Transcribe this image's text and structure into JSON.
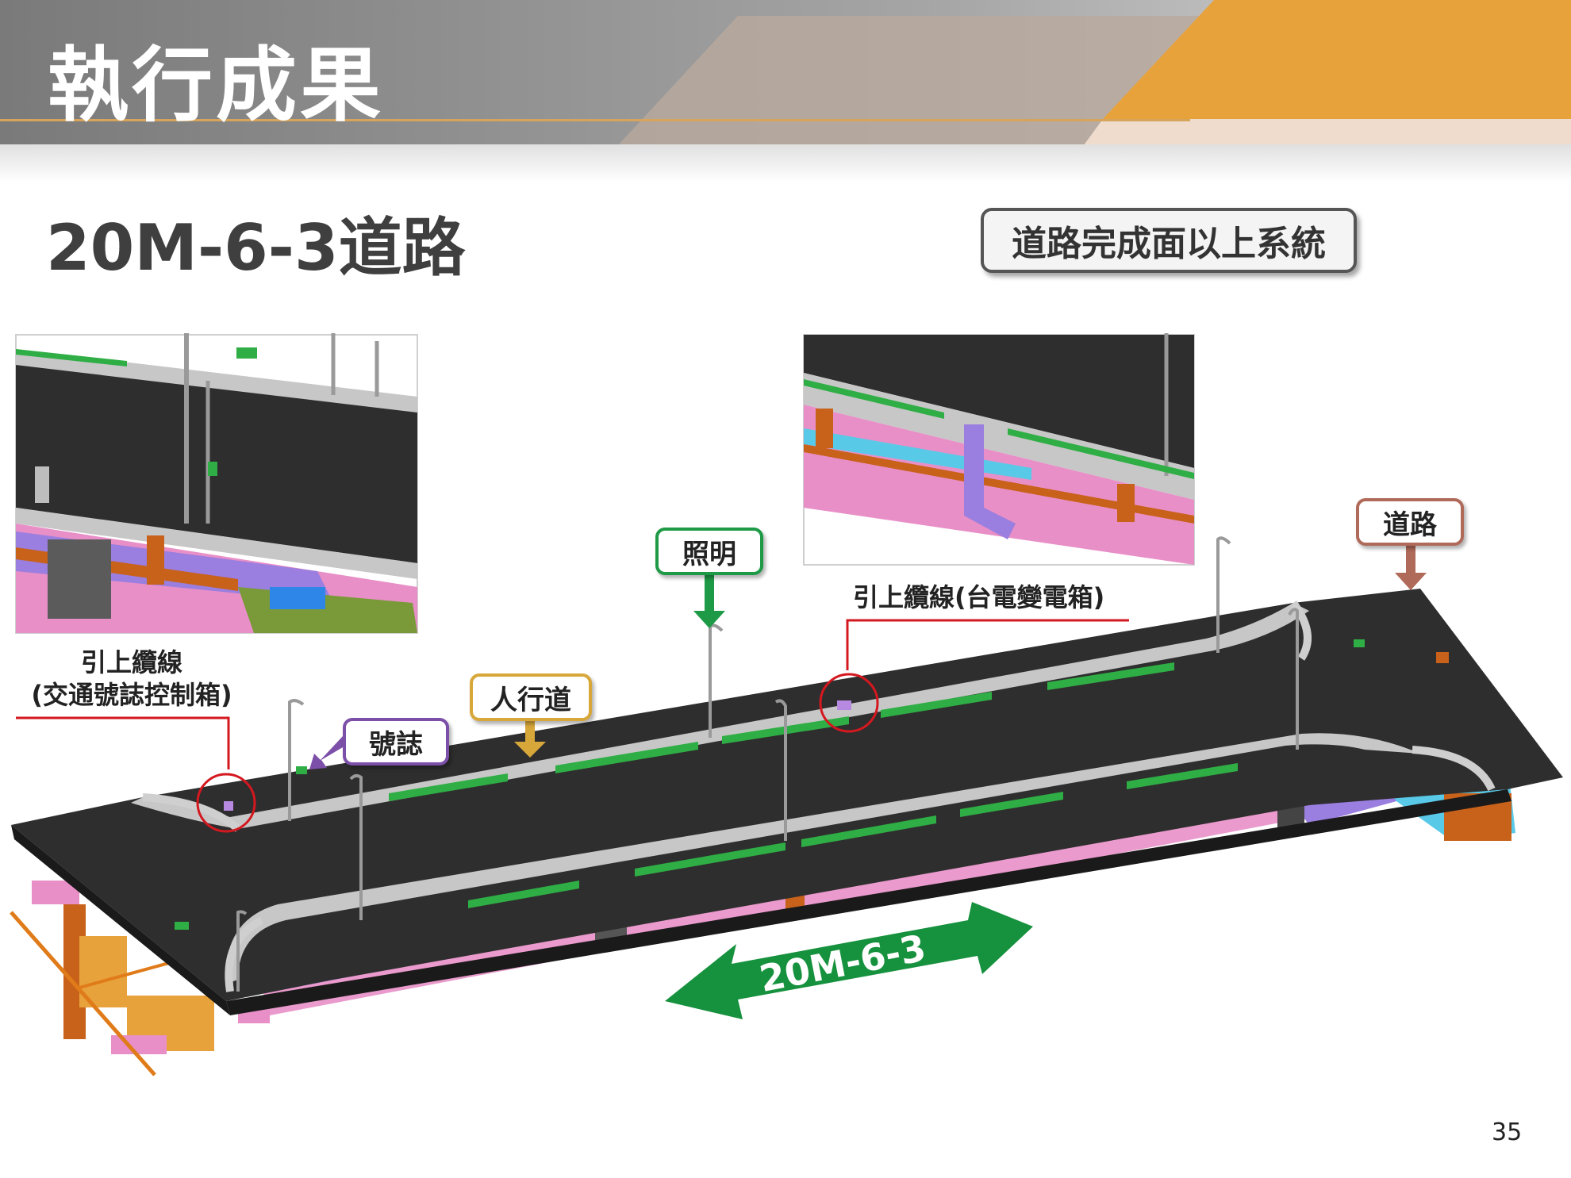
{
  "header": {
    "title": "執行成果",
    "colors": {
      "grey": "#8c8c8c",
      "accent": "#e8a23c"
    }
  },
  "section": {
    "title": "20M-6-3道路"
  },
  "badge": {
    "text": "道路完成面以上系統"
  },
  "callouts": {
    "lighting": "照明",
    "sidewalk": "人行道",
    "signal": "號誌",
    "road": "道路"
  },
  "notes": {
    "tpc_cable": "引上纜線(台電變電箱)",
    "signal_cable_line1": "引上纜線",
    "signal_cable_line2": "(交通號誌控制箱)"
  },
  "direction_arrow": {
    "text": "20M-6-3",
    "color": "#16913e"
  },
  "colors": {
    "asphalt": "#2e2e2e",
    "curb": "#bdbdbd",
    "greenbelt": "#2fae45",
    "pipe_orange": "#c8611a",
    "pipe_pink": "#e88fc7",
    "pipe_purple": "#9a7ee0",
    "pipe_cyan": "#59c9e8",
    "pipe_teal": "#2e8e86",
    "highlight_red": "#d4181f"
  },
  "page": {
    "number": "35"
  }
}
